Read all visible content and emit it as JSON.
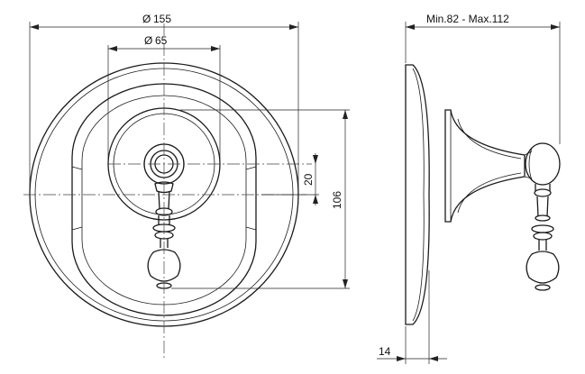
{
  "dimensions": {
    "outer_diameter": "155",
    "inner_diameter": "65",
    "diameter_symbol": "Ø",
    "vertical_20": "20",
    "vertical_106": "106",
    "depth_range": "Min.82 - Max.112",
    "base_thickness": "14"
  }
}
